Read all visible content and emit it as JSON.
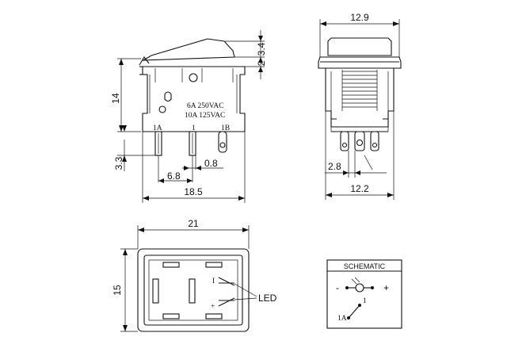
{
  "front_view": {
    "dims": {
      "height_14": "14",
      "top_3_4": "3.4",
      "top_2": "2",
      "pin_3_3": "3.3",
      "pitch_6_8": "6.8",
      "pin_0_8": "0.8",
      "width_18_5": "18.5"
    },
    "rating_line1": "6A 250VAC",
    "rating_line2": "10A 125VAC",
    "pin_labels": [
      "1A",
      "1",
      "1B"
    ]
  },
  "side_view": {
    "dims": {
      "top_12_9": "12.9",
      "pin_2_8": "2.8",
      "bottom_12_2": "12.2"
    }
  },
  "top_view": {
    "dims": {
      "width_21": "21",
      "height_15": "15"
    },
    "led_label": "LED",
    "symbols": {
      "minus": "I",
      "plus": "+"
    }
  },
  "schematic": {
    "title": "SCHEMATIC",
    "minus": "-",
    "plus": "+",
    "node_1": "1",
    "node_1a": "1A"
  }
}
